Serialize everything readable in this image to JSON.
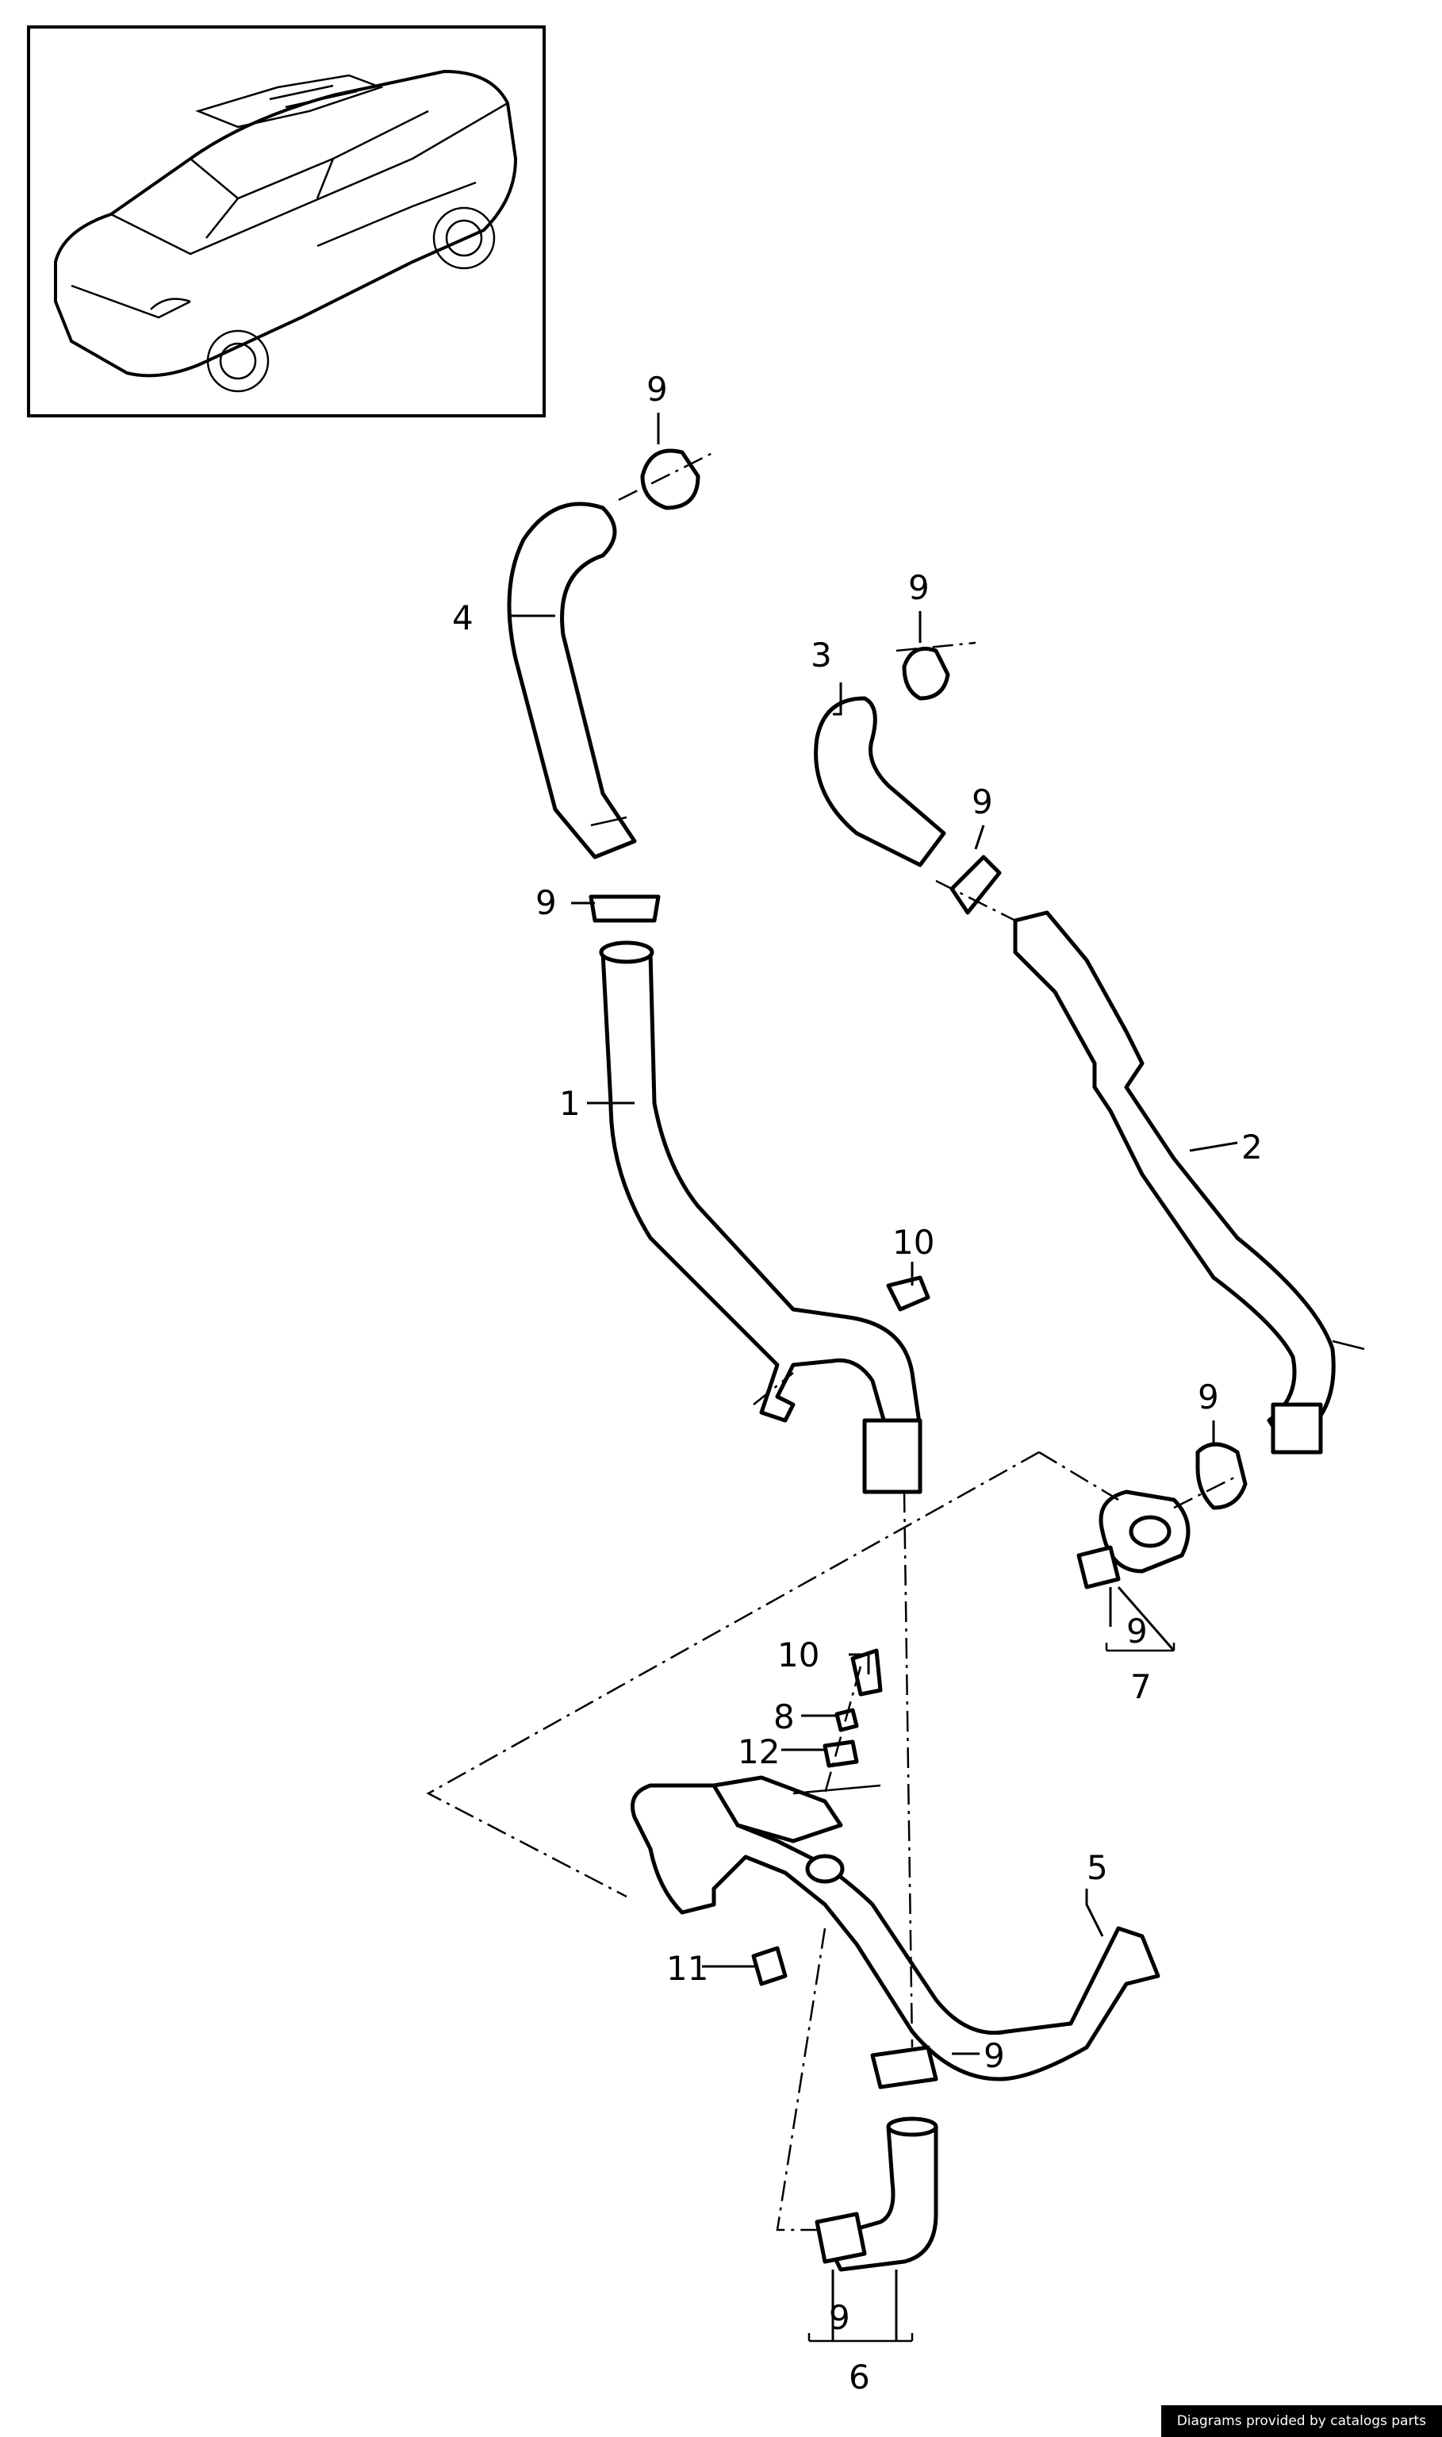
{
  "callouts": {
    "c1": "1",
    "c2": "2",
    "c3": "3",
    "c4": "4",
    "c5": "5",
    "c6": "6",
    "c7": "7",
    "c8": "8",
    "c9": "9",
    "c10": "10",
    "c11": "11",
    "c12": "12"
  },
  "credit": "Diagrams provided by catalogs parts"
}
